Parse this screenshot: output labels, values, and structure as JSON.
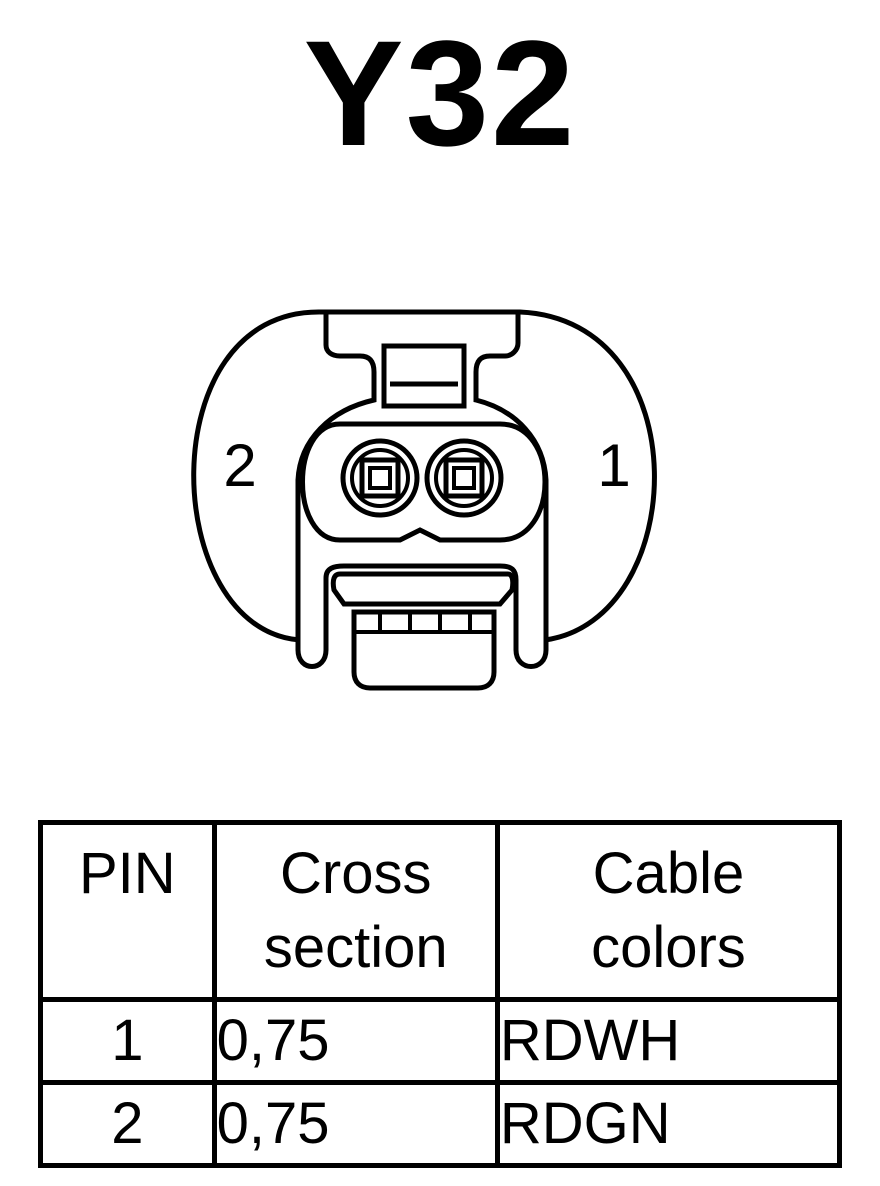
{
  "title": "Y32",
  "connector": {
    "pin_labels": [
      "2",
      "1"
    ]
  },
  "table": {
    "headers": {
      "pin": "PIN",
      "cross_line1": "Cross",
      "cross_line2": "section",
      "color_line1": "Cable",
      "color_line2": "colors"
    },
    "rows": [
      {
        "pin": "1",
        "cross_section": "0,75",
        "color": "RDWH"
      },
      {
        "pin": "2",
        "cross_section": "0,75",
        "color": "RDGN"
      }
    ]
  }
}
